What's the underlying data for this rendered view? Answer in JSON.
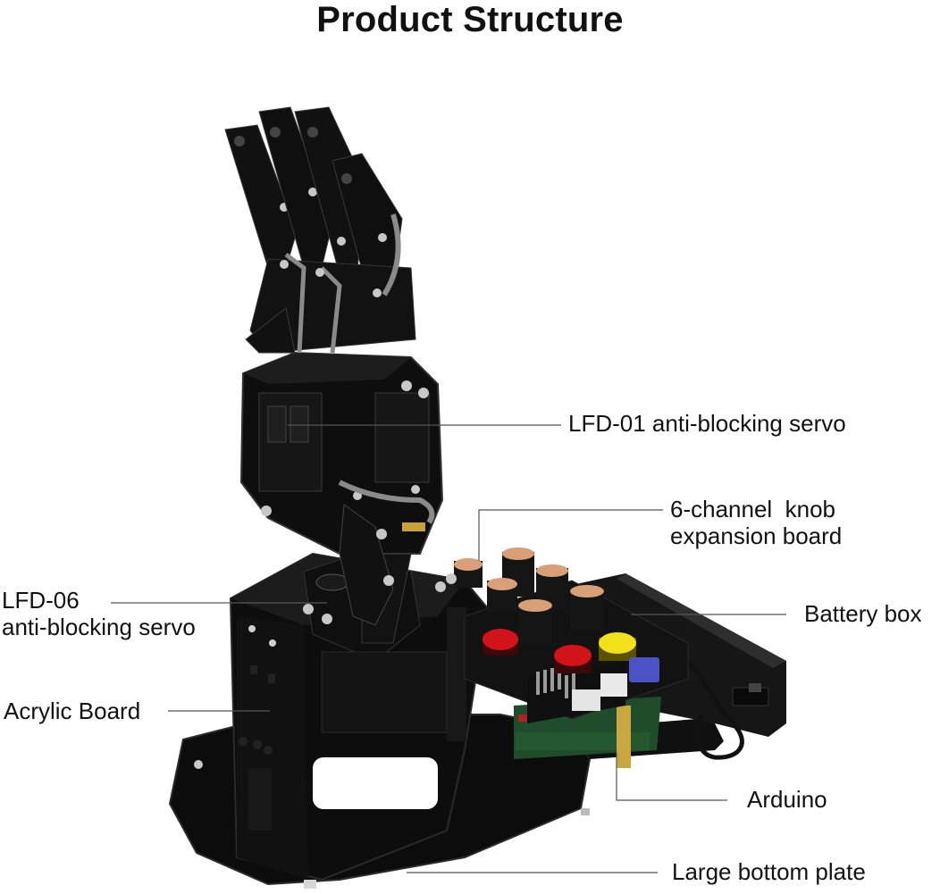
{
  "title": "Product Structure",
  "labels": {
    "servo_top": "LFD-01 anti-blocking servo",
    "knob_board_line1": "6-channel  knob",
    "knob_board_line2": "expansion board",
    "servo_bottom_line1": "LFD-06",
    "servo_bottom_line2": "anti-blocking servo",
    "battery_box": "Battery box",
    "acrylic_board": "Acrylic Board",
    "arduino": "Arduino",
    "bottom_plate": "Large bottom plate"
  },
  "colors": {
    "acrylic": "#0c0c0c",
    "acrylic_edge": "#2a2a2a",
    "knob_body": "#151515",
    "knob_cap": "#d9a078",
    "button_red": "#d3131a",
    "button_yellow": "#f1e11a",
    "switch_blue": "#4b52c4",
    "pcb_green": "#1f4d2b",
    "leader_line": "#555555",
    "screw": "#c8c8c8"
  }
}
